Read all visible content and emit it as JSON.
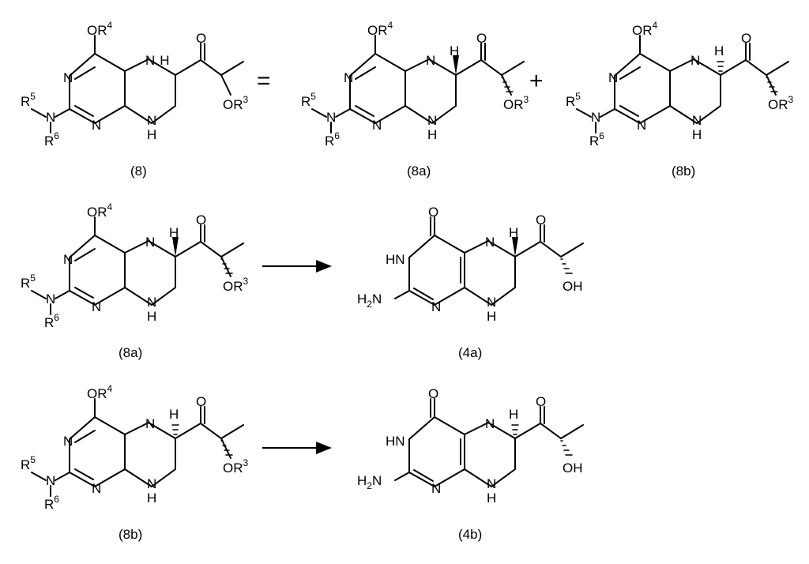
{
  "colors": {
    "ink": "#000000",
    "background": "#ffffff"
  },
  "operators": {
    "equals": "=",
    "plus": "+"
  },
  "labels": {
    "c8": "(8)",
    "c8a": "(8a)",
    "c8b": "(8b)",
    "c4a": "(4a)",
    "c4b": "(4b)"
  },
  "atoms": {
    "or4": "OR",
    "or4_sup": "4",
    "or3": "OR",
    "or3_sup": "3",
    "r5": "R",
    "r5_sup": "5",
    "r6": "R",
    "r6_sup": "6",
    "n": "N",
    "h": "H",
    "o": "O",
    "hn": "HN",
    "h2n": "H",
    "h2n_sub": "2",
    "h2n_n": "N",
    "oh": "OH"
  },
  "stereo": {
    "8": "none",
    "8a": "wedge",
    "8b": "hash",
    "4a": "wedge",
    "4b": "hash"
  }
}
